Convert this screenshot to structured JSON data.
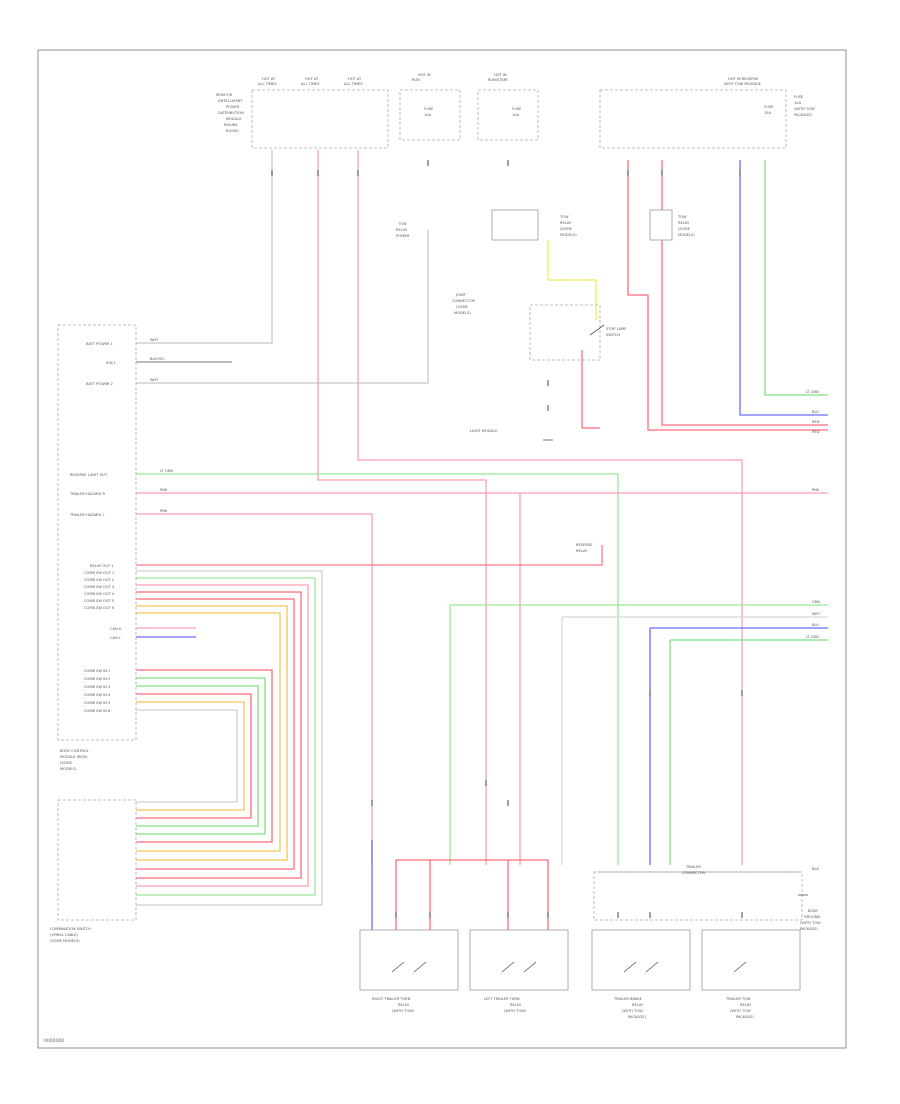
{
  "colors": {
    "red": "#ff6b7a",
    "pink": "#ff9db0",
    "green": "#7fe07f",
    "yellow": "#f2ee5a",
    "orange": "#f5c45c",
    "blue": "#6b6bff",
    "gray": "#a0a0a0",
    "dark": "#505050"
  },
  "diagram": {
    "page_ref": "0000000",
    "modules": {
      "body_control": {
        "lines": [
          "BODY CONTROL",
          "MODULE (BCM)",
          "(SOME",
          "MODELS)"
        ],
        "pins_top": [
          {
            "name": "BATT POWER 1",
            "wire": "WHT"
          },
          {
            "name": "IGN 1",
            "wire": "BLK/YEL"
          },
          {
            "name": "BATT POWER 2",
            "wire": "WHT"
          }
        ],
        "pins_mid": [
          {
            "name": "REVERSE LIGHT OUT",
            "wire": "LT GRN"
          },
          {
            "name": "TRAILER HAZARD R",
            "wire": "PNK"
          },
          {
            "name": "TRAILER HAZARD L",
            "wire": "PNK"
          }
        ],
        "pins_group1": [
          {
            "name": "RELAY OUT 1",
            "wire": "PNK"
          },
          {
            "name": "COMB SW OUT 1",
            "wire": "WHT"
          },
          {
            "name": "COMB SW OUT 2",
            "wire": "GRN"
          },
          {
            "name": "COMB SW OUT 3",
            "wire": "PNK"
          },
          {
            "name": "COMB SW OUT 4",
            "wire": "RED"
          },
          {
            "name": "COMB SW OUT 5",
            "wire": "YEL"
          },
          {
            "name": "COMB SW OUT 6",
            "wire": "GRN"
          },
          {
            "name": "CAN H",
            "wire": "PNK"
          },
          {
            "name": "CAN L",
            "wire": "BLU"
          }
        ],
        "pins_group2": [
          {
            "name": "COMB SW IN 1",
            "wire": "PNK"
          },
          {
            "name": "COMB SW IN 2",
            "wire": "GRN"
          },
          {
            "name": "COMB SW IN 3",
            "wire": "GRN"
          },
          {
            "name": "COMB SW IN 4",
            "wire": "RED"
          },
          {
            "name": "COMB SW IN 5",
            "wire": "ORN"
          },
          {
            "name": "COMB SW IN 6",
            "wire": "WHT"
          }
        ]
      },
      "combination_switch": {
        "lines": [
          "COMBINATION SWITCH",
          "(SPIRAL CABLE)",
          "(SOME MODELS)"
        ]
      },
      "ipdm": {
        "lines": [
          "IPDM E/R",
          "(INTELLIGENT",
          "POWER",
          "DISTRIBUTION",
          "MODULE",
          "ENGINE",
          "ROOM)"
        ]
      },
      "tow_relay": {
        "lines": [
          "TOW",
          "RELAY",
          "POWER"
        ]
      },
      "fuse_left": {
        "lines": [
          "FUSE",
          "10A"
        ]
      },
      "fuse_mid": {
        "lines": [
          "FUSE",
          "10A"
        ]
      },
      "fuse_right": {
        "lines": [
          "FUSE",
          "15A"
        ]
      },
      "fuse_top_right": {
        "lines": [
          "FUSE",
          "10A",
          "(WITH TOW",
          "PACKAGE)"
        ]
      },
      "joint_connector": {
        "lines": [
          "JOINT",
          "CONNECTOR",
          "(SOME",
          "MODELS)"
        ]
      },
      "stop_lamp": {
        "lines": [
          "STOP LAMP",
          "SWITCH"
        ]
      },
      "tow_relay_left": {
        "lines": [
          "TOW",
          "RELAY",
          "(SOME",
          "MODELS)"
        ]
      },
      "tow_relay_right": {
        "lines": [
          "TOW",
          "RELAY",
          "(SOME",
          "MODELS)"
        ]
      },
      "light_module": {
        "lines": [
          "LIGHT MODULE"
        ]
      },
      "reverse_relay": {
        "lines": [
          "REVERSE",
          "RELAY"
        ]
      },
      "trailer_connector": {
        "lines": [
          "TRAILER",
          "CONNECTOR"
        ]
      },
      "right_trailer_turn": {
        "lines": [
          "RIGHT TRAILER TURN",
          "RELAY",
          "(WITH TOW)"
        ]
      },
      "left_trailer_turn": {
        "lines": [
          "LEFT TRAILER TURN",
          "RELAY",
          "(WITH TOW)"
        ]
      },
      "trailer_brake": {
        "lines": [
          "TRAILER BRAKE",
          "RELAY",
          "(WITH TOW",
          "PACKAGE)"
        ]
      },
      "trailer_tow": {
        "lines": [
          "TRAILER TOW",
          "RELAY",
          "(WITH TOW",
          "PACKAGE)"
        ]
      },
      "ground_right": {
        "lines": [
          "BODY",
          "GROUND",
          "(WITH TOW",
          "PACKAGE)"
        ]
      }
    },
    "fuse_headers": [
      {
        "top": "HOT AT",
        "bottom": "ALL TIMES"
      },
      {
        "top": "HOT AT",
        "bottom": "ALL TIMES"
      },
      {
        "top": "HOT AT",
        "bottom": "ALL TIMES"
      },
      {
        "top": "HOT IN",
        "bottom": "RUN"
      },
      {
        "top": "HOT IN",
        "bottom": "RUN/START"
      },
      {
        "top": "HOT IN REVERSE",
        "bottom": "WITH TOW PACKAGE"
      }
    ],
    "right_edge_labels": [
      "LT GRN",
      "BLU",
      "RED",
      "RED",
      "PNK",
      "GRN",
      "WHT",
      "BLU",
      "LT GRN",
      "BLK"
    ]
  }
}
